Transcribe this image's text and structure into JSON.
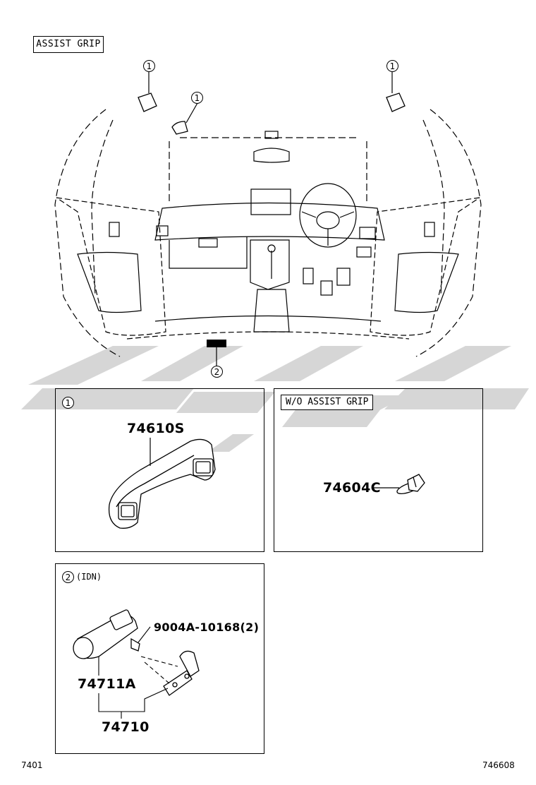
{
  "header": {
    "section_title": "ASSIST GRIP"
  },
  "overview": {
    "callouts": [
      "1",
      "1",
      "1",
      "2"
    ]
  },
  "panel1": {
    "callout": "1",
    "part": "74610S"
  },
  "panel_wo": {
    "condition": "W/O  ASSIST GRIP",
    "part": "74604C"
  },
  "panel2": {
    "callout": "2",
    "variant": "(IDN)",
    "bolt": "9004A-10168(2)",
    "handle": "74711A",
    "assembly": "74710"
  },
  "footer": {
    "left_code": "7401",
    "right_code": "746608"
  },
  "colors": {
    "line": "#000000",
    "watermark": "#d9d9d9"
  }
}
